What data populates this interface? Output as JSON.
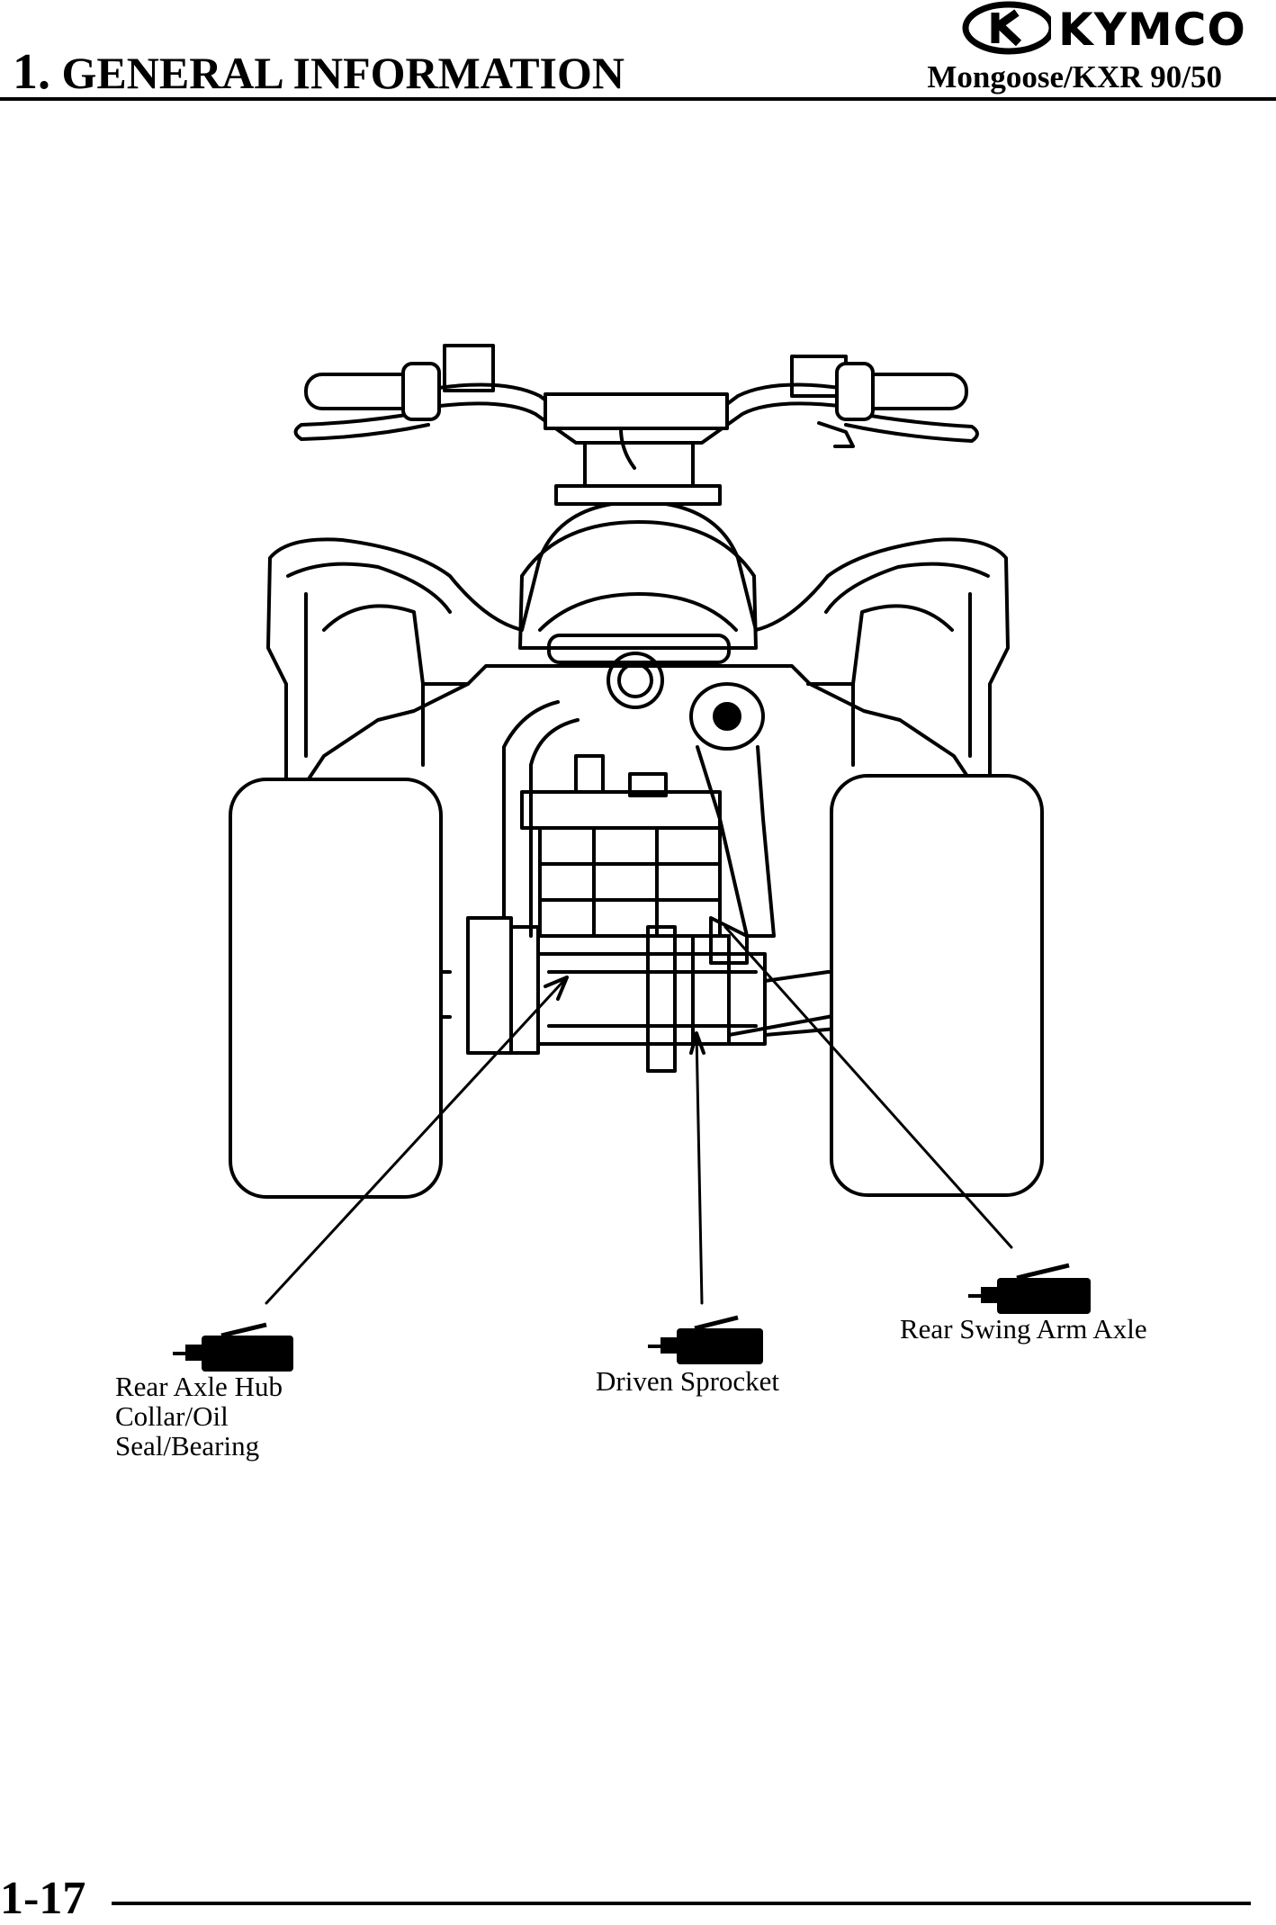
{
  "header": {
    "section_number": "1.",
    "section_title": "GENERAL INFORMATION",
    "model": "Mongoose/KXR 90/50",
    "brand": "KYMCO"
  },
  "callouts": {
    "rear_axle_hub": [
      "Rear Axle Hub",
      "Collar/Oil",
      "Seal/Bearing"
    ],
    "driven_sprocket": "Driven Sprocket",
    "rear_swing_arm_axle": "Rear Swing Arm Axle"
  },
  "icons": {
    "grease_gun": "grease-gun-icon",
    "brand_logo": "kymco-logo-icon"
  },
  "footer": {
    "page_number": "1-17"
  },
  "colors": {
    "ink": "#000000",
    "watermark": "#c8c8c8"
  }
}
